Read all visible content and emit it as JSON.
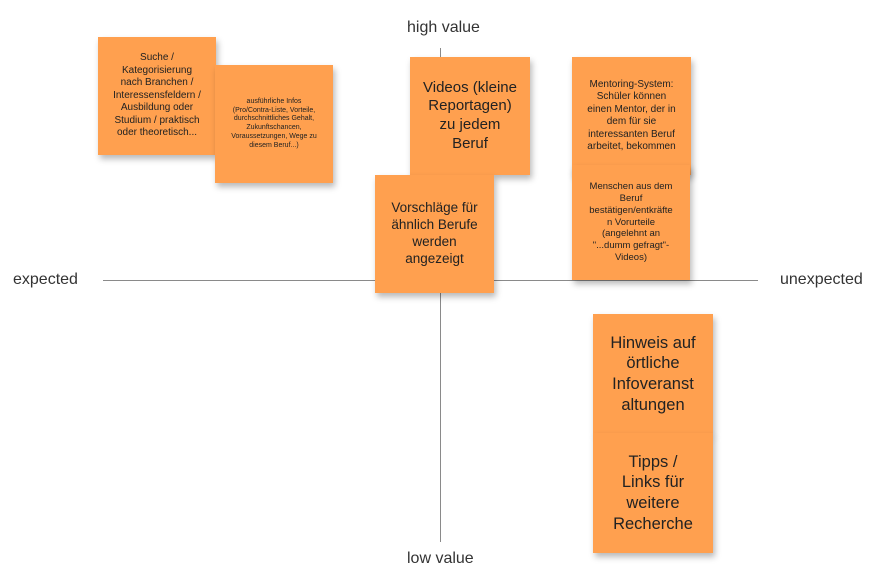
{
  "axes": {
    "top": "high value",
    "bottom": "low value",
    "left": "expected",
    "right": "unexpected"
  },
  "notes": {
    "suche": "Suche /\nKategorisierung\nnach Branchen /\nInteressensfeldern /\nAusbildung oder\nStudium / praktisch\noder theoretisch...",
    "infos": "ausführliche Infos\n(Pro/Contra-Liste, Vorteile,\ndurchschnittliches Gehalt,\nZukunftschancen,\nVoraussetzungen, Wege zu\ndiesem Beruf...)",
    "videos": "Videos (kleine\nReportagen)\nzu jedem\nBeruf",
    "vorschlaege": "Vorschläge für\nähnlich Berufe\nwerden\nangezeigt",
    "mentoring": "Mentoring-System:\nSchüler können\neinen Mentor, der in\ndem für sie\ninteressanten Beruf\narbeitet, bekommen",
    "menschen": "Menschen aus dem\nBeruf\nbestätigen/entkräfte\nn Vorurteile\n(angelehnt an\n\"...dumm gefragt\"-\nVideos)",
    "hinweis": "Hinweis auf\nörtliche\nInfoveranst\naltungen",
    "tipps": "Tipps /\nLinks für\nweitere\nRecherche"
  },
  "colors": {
    "note": "#FFA04F",
    "axis": "#8a8a8a"
  }
}
